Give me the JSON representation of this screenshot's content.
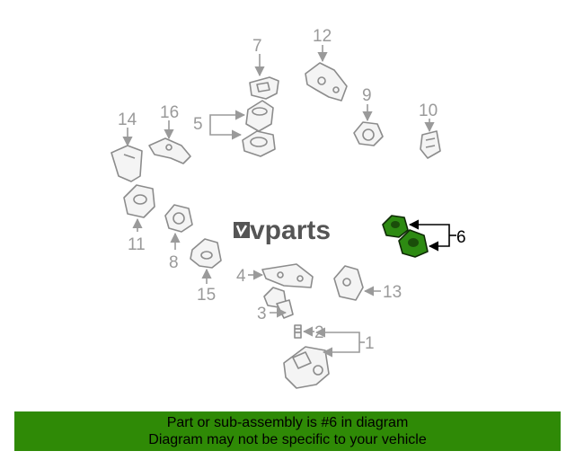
{
  "callouts": {
    "n1": "1",
    "n2": "2",
    "n3": "3",
    "n4": "4",
    "n5": "5",
    "n6": "6",
    "n7": "7",
    "n8": "8",
    "n9": "9",
    "n10": "10",
    "n11": "11",
    "n12": "12",
    "n13": "13",
    "n14": "14",
    "n15": "15",
    "n16": "16"
  },
  "highlighted_callout": "6",
  "logo": {
    "text": "vparts"
  },
  "banner": {
    "line1": "Part or sub-assembly is #6 in diagram",
    "line2": "Diagram may not be specific to your vehicle"
  },
  "colors": {
    "highlight": "#2d8a12",
    "banner": "#2f8a06",
    "callout": "#9a9a9a"
  }
}
